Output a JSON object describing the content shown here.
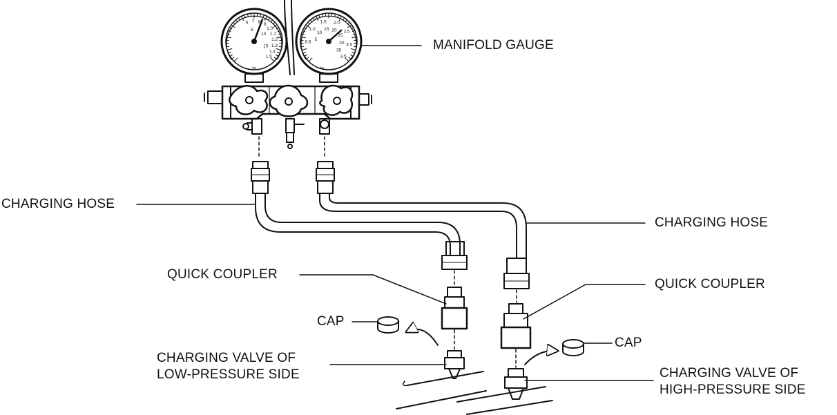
{
  "labels": {
    "manifold_gauge": "MANIFOLD GAUGE",
    "charging_hose_left": "CHARGING HOSE",
    "charging_hose_right": "CHARGING HOSE",
    "quick_coupler_left": "QUICK COUPLER",
    "quick_coupler_right": "QUICK COUPLER",
    "cap_left": "CAP",
    "cap_right": "CAP",
    "low_valve_line1": "CHARGING VALVE OF",
    "low_valve_line2": "LOW-PRESSURE SIDE",
    "high_valve_line1": "CHARGING VALVE OF",
    "high_valve_line2": "HIGH-PRESSURE SIDE"
  },
  "gauges": {
    "low": {
      "scale_outer": [
        "6",
        "7",
        "8",
        "9",
        "1.0",
        "1.1",
        "1.2",
        "1.3",
        "1.4",
        "1.5"
      ],
      "scale_inner": [
        "5",
        "10",
        "15"
      ],
      "unit": "kg"
    },
    "high": {
      "scale_outer": [
        "0.5",
        "1.0",
        "1.5",
        "2.0",
        "2.5",
        "3.0",
        "3.5"
      ],
      "scale_inner": [
        "5",
        "10",
        "15",
        "20",
        "25",
        "30",
        "35"
      ],
      "unit": "kg"
    }
  },
  "colors": {
    "ink": "#111111",
    "paper": "#ffffff"
  }
}
